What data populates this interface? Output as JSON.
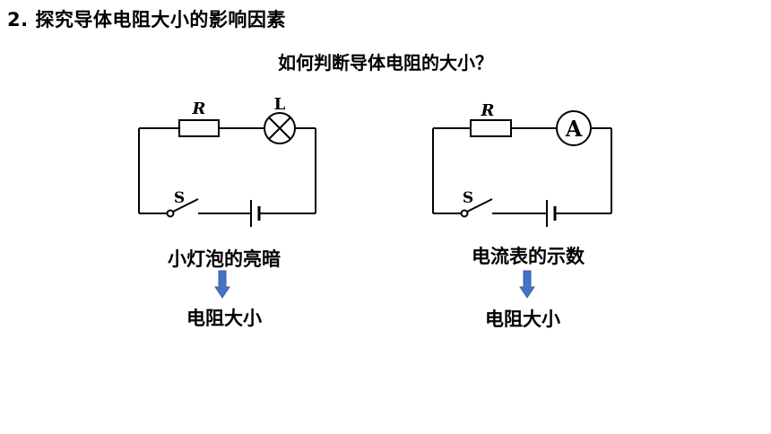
{
  "slide": {
    "title": "2. 探究导体电阻大小的影响因素",
    "question": "如何判断导体电阻的大小？"
  },
  "left_circuit": {
    "resistor_label": "R",
    "lamp_label": "L",
    "switch_label": "S",
    "caption": "小灯泡的亮暗",
    "result": "电阻大小"
  },
  "right_circuit": {
    "resistor_label": "R",
    "ammeter_label": "A",
    "switch_label": "S",
    "caption": "电流表的示数",
    "result": "电阻大小"
  },
  "colors": {
    "arrow": "#4472c4",
    "wire": "#000000",
    "resistor_fill": "#ffffff"
  }
}
